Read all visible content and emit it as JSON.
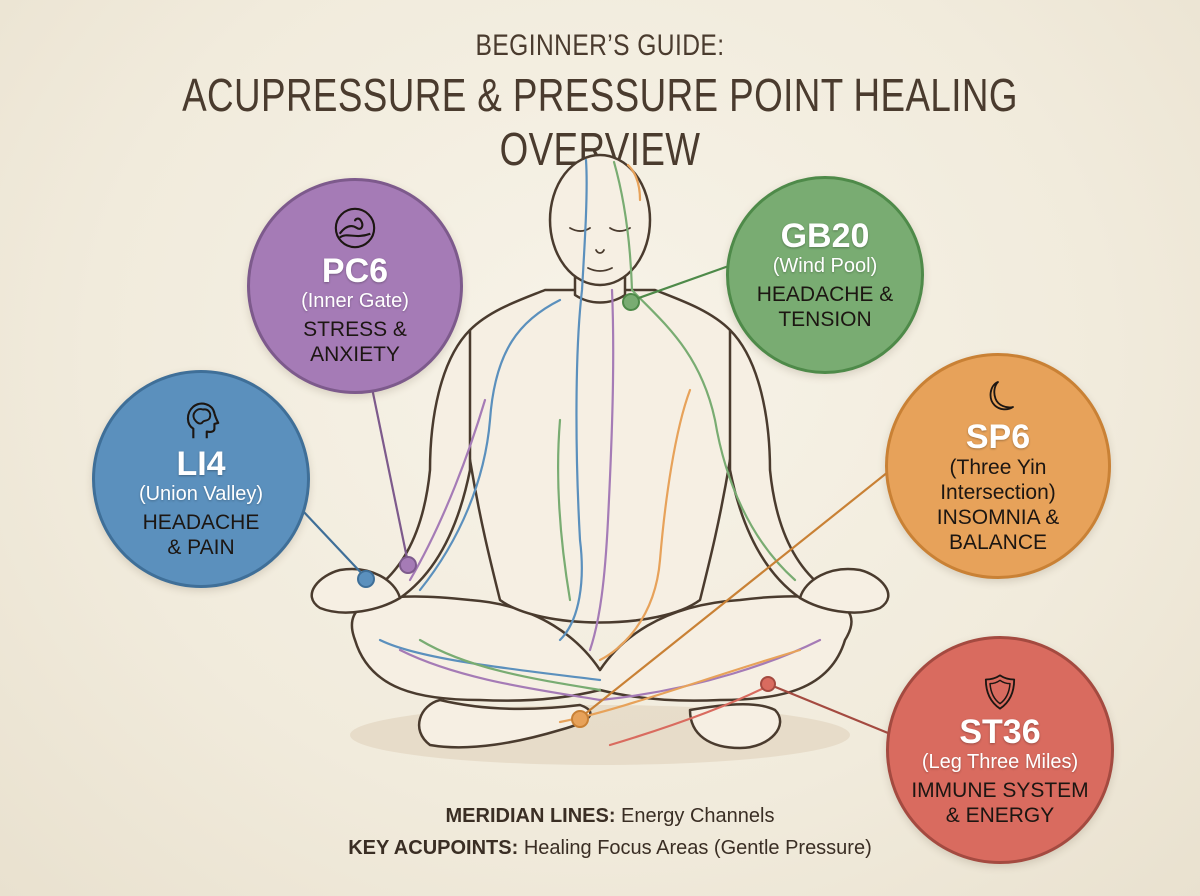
{
  "header": {
    "subtitle": "BEGINNER’S GUIDE:",
    "title": "ACUPRESSURE & PRESSURE POINT HEALING OVERVIEW"
  },
  "colors": {
    "background": "#f3eee1",
    "outline": "#4a3b2e",
    "blue": "#5b90bd",
    "purple": "#a57bb6",
    "green": "#79ac72",
    "orange": "#e7a25a",
    "red": "#d96b5f"
  },
  "points": [
    {
      "id": "PC6",
      "code": "PC6",
      "name": "(Inner Gate)",
      "benefit_1": "STRESS &",
      "benefit_2": "ANXIETY",
      "icon": "wave-icon",
      "color": "#a57bb6"
    },
    {
      "id": "LI4",
      "code": "LI4",
      "name": "(Union Valley)",
      "benefit_1": "HEADACHE",
      "benefit_2": "& PAIN",
      "icon": "head-brain-icon",
      "color": "#5b90bd"
    },
    {
      "id": "GB20",
      "code": "GB20",
      "name": "(Wind Pool)",
      "benefit_1": "HEADACHE &",
      "benefit_2": "TENSION",
      "icon": "",
      "color": "#79ac72"
    },
    {
      "id": "SP6",
      "code": "SP6",
      "name_1": "(Three Yin",
      "name_2": "Intersection)",
      "benefit_1": "INSOMNIA &",
      "benefit_2": "BALANCE",
      "icon": "moon-icon",
      "color": "#e7a25a"
    },
    {
      "id": "ST36",
      "code": "ST36",
      "name": "(Leg Three Miles)",
      "benefit_1": "IMMUNE SYSTEM",
      "benefit_2": "& ENERGY",
      "icon": "shield-icon",
      "color": "#d96b5f"
    }
  ],
  "legend": {
    "meridian_key": "MERIDIAN LINES:",
    "meridian_value": " Energy Channels",
    "acupoint_key": "KEY ACUPOINTS:",
    "acupoint_value": " Healing Focus Areas (Gentle Pressure)"
  }
}
